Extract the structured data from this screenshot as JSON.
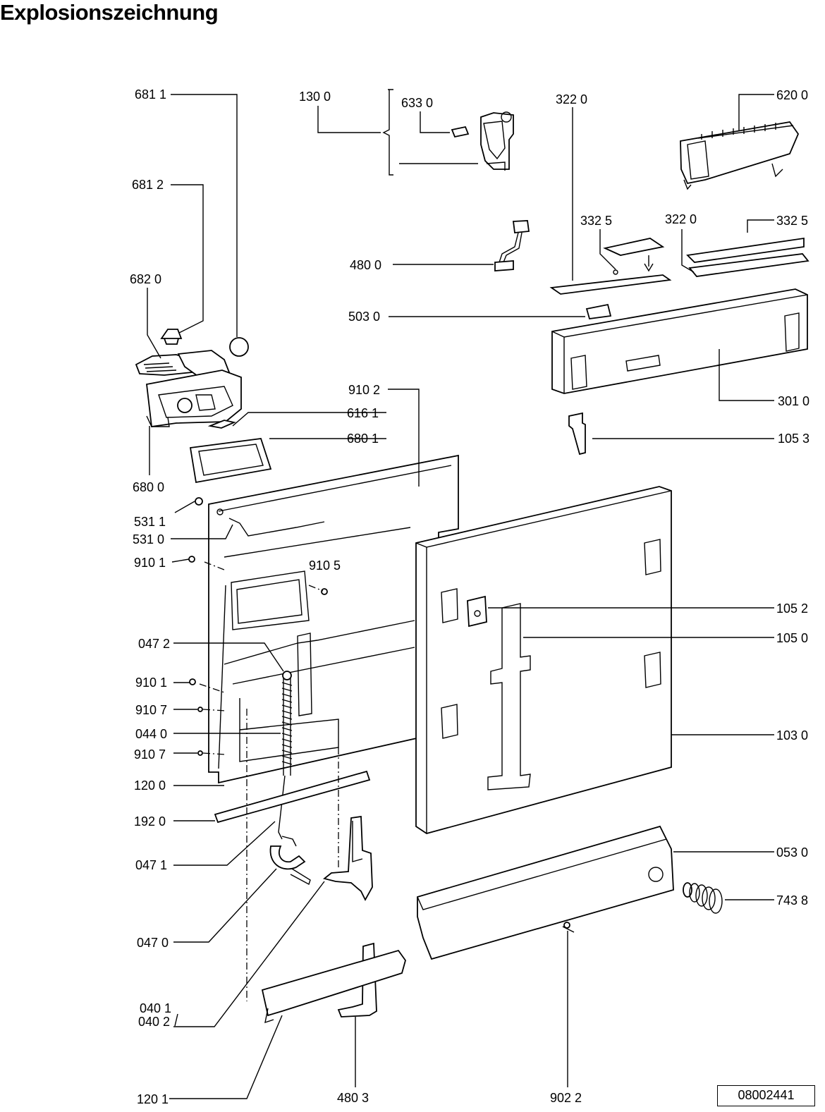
{
  "title": "Explosionszeichnung",
  "document_number": "08002441",
  "callouts": {
    "c6811": "681 1",
    "c1300": "130 0",
    "c6330": "633 0",
    "c3220a": "322 0",
    "c6200": "620 0",
    "c6812": "681 2",
    "c3325a": "332 5",
    "c3220b": "322 0",
    "c3325b": "332 5",
    "c4800": "480 0",
    "c6820": "682 0",
    "c5030": "503 0",
    "c9102": "910 2",
    "c3010": "301 0",
    "c6161": "616 1",
    "c6801": "680 1",
    "c1053": "105 3",
    "c6800": "680 0",
    "c5311": "531 1",
    "c5310": "531 0",
    "c9101a": "910 1",
    "c9105": "910 5",
    "c1052": "105 2",
    "c0472": "047 2",
    "c1050": "105 0",
    "c9101b": "910 1",
    "c9107a": "910 7",
    "c0440": "044 0",
    "c1030": "103 0",
    "c9107b": "910 7",
    "c1200": "120 0",
    "c1920": "192 0",
    "c0530": "053 0",
    "c0471": "047 1",
    "c7438": "743 8",
    "c0470": "047 0",
    "c0401": "040 1",
    "c0402": "040 2",
    "c1201": "120 1",
    "c4803": "480 3",
    "c9022": "902 2"
  }
}
